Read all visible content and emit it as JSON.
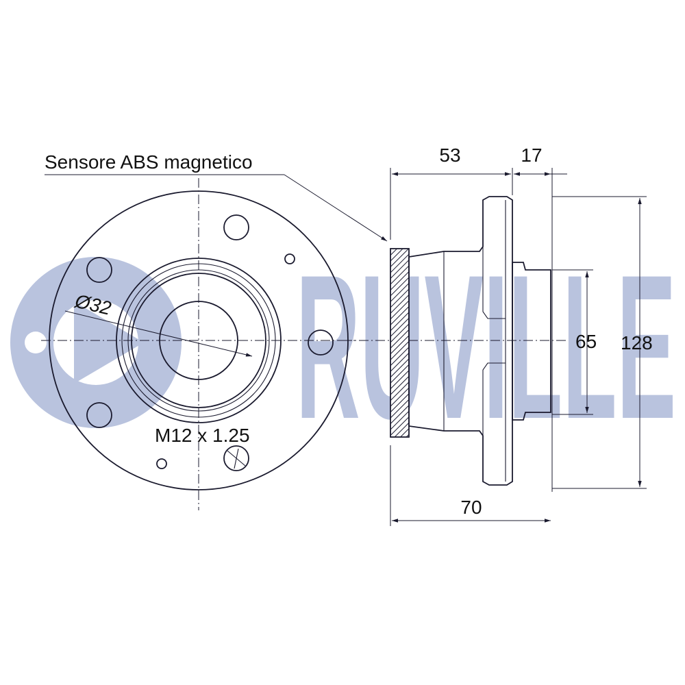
{
  "labels": {
    "abs_sensor": "Sensore ABS magnetico",
    "bore_diameter": "Ø32",
    "thread": "M12 x 1.25"
  },
  "dimensions": {
    "width_53": "53",
    "width_17": "17",
    "diameter_65": "65",
    "diameter_128": "128",
    "total_width_70": "70"
  },
  "watermark": {
    "brand": "RUVILLE"
  },
  "colors": {
    "line": "#1a1a2e",
    "watermark": "#b9c3de"
  }
}
